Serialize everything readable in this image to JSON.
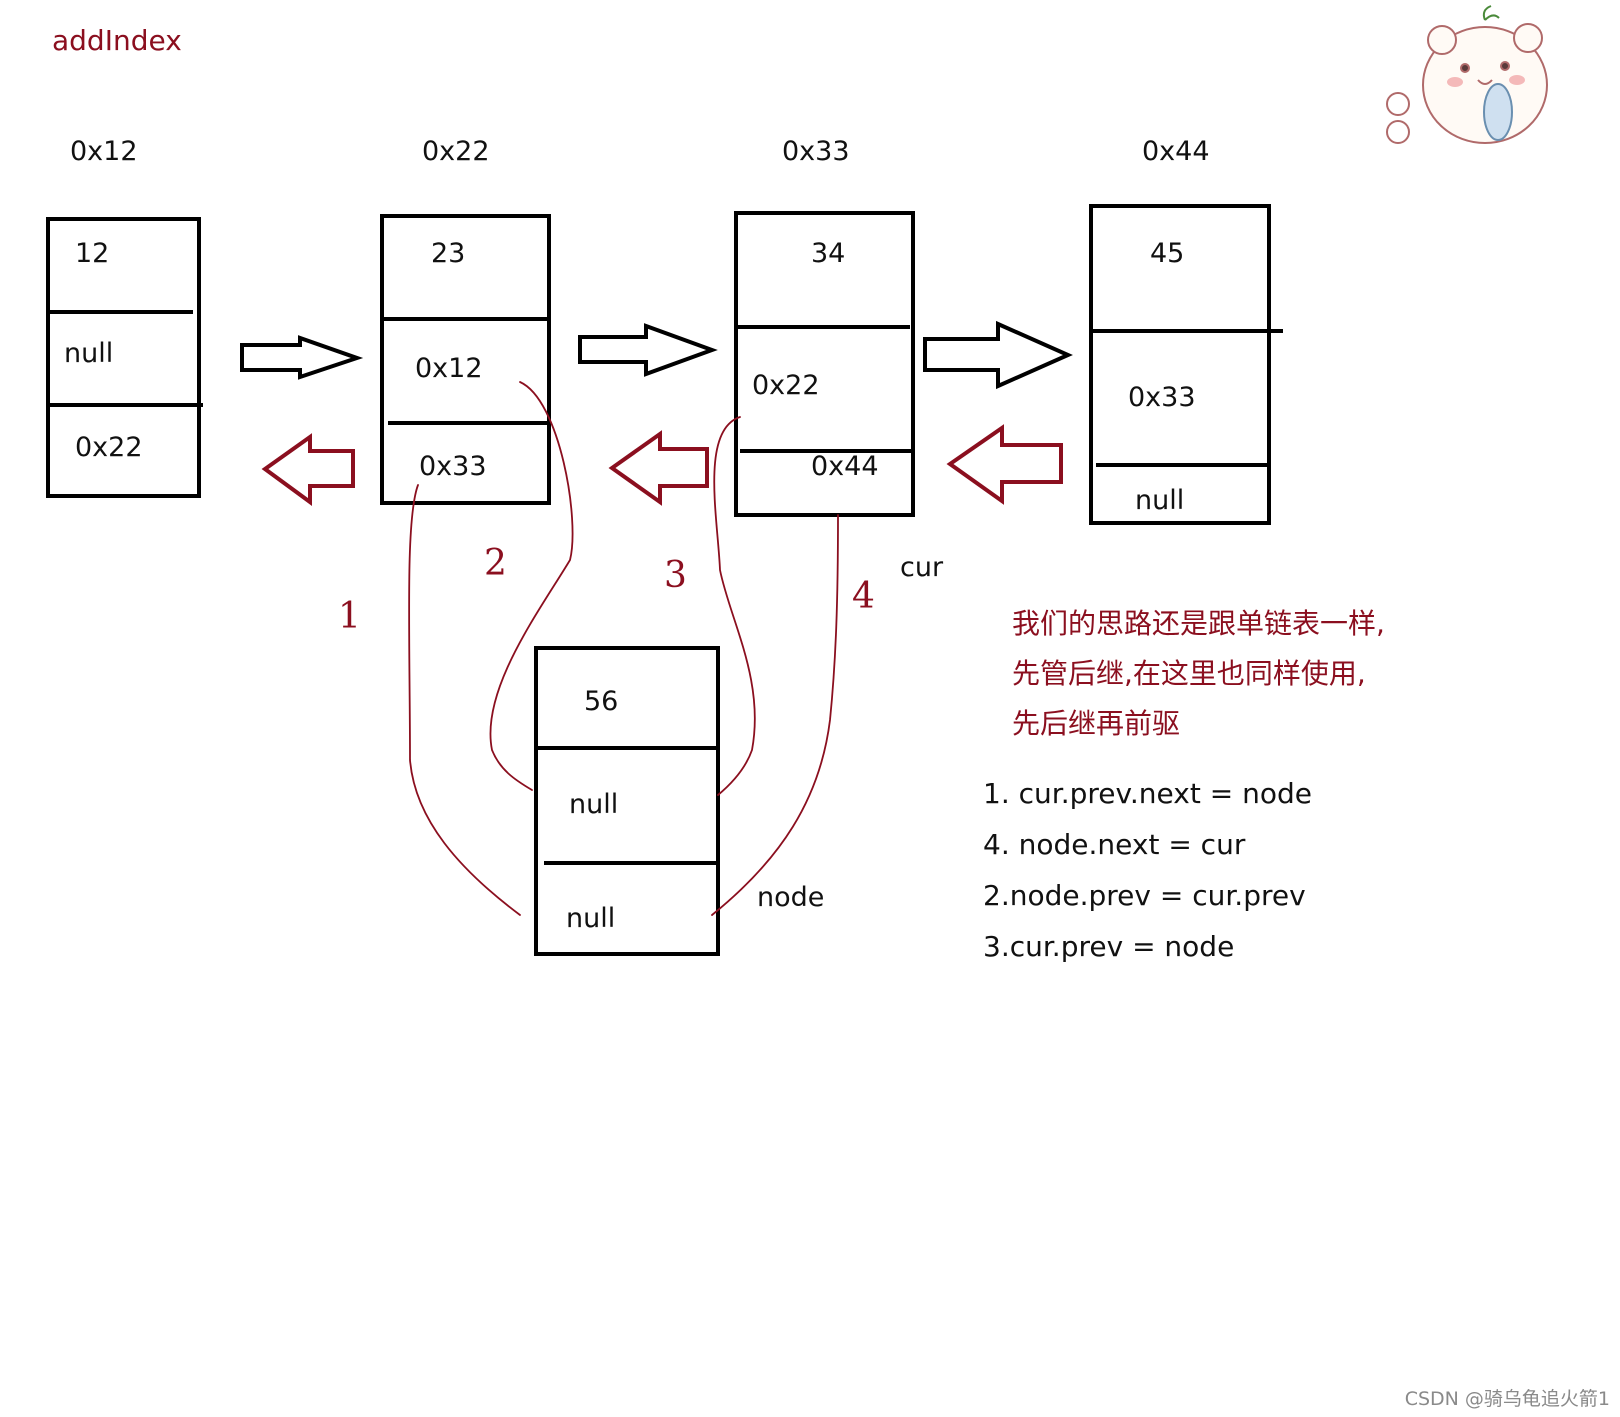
{
  "title": "addIndex",
  "addresses": [
    "0x12",
    "0x22",
    "0x33",
    "0x44"
  ],
  "nodes": [
    {
      "val": "12",
      "prev": "null",
      "next": "0x22"
    },
    {
      "val": "23",
      "prev": "0x12",
      "next": "0x33"
    },
    {
      "val": "34",
      "prev": "0x22",
      "next": "0x44"
    },
    {
      "val": "45",
      "prev": "0x33",
      "next": "null"
    }
  ],
  "new_node": {
    "val": "56",
    "prev": "null",
    "next": "null",
    "label": "node"
  },
  "cur_label": "cur",
  "handwritten_steps": [
    "1",
    "2",
    "3",
    "4"
  ],
  "notes": [
    "我们的思路还是跟单链表一样,",
    "先管后继,在这里也同样使用,",
    "先后继再前驱"
  ],
  "steps": [
    "1. cur.prev.next = node",
    "4. node.next = cur",
    "2.node.prev = cur.prev",
    "3.cur.prev = node"
  ],
  "watermark": "CSDN @骑乌龟追火箭1",
  "colors": {
    "accent": "#8b0f1f",
    "ink": "#111111",
    "box_border": "#000000"
  },
  "decoration": "bear-mascot-icon"
}
